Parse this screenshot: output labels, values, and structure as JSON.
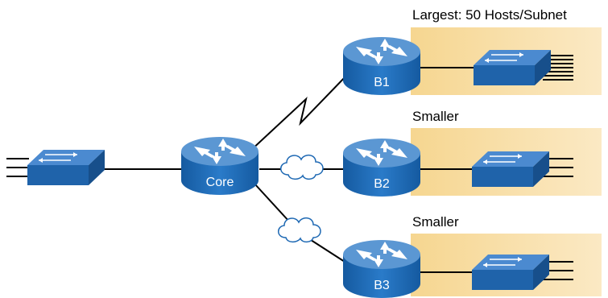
{
  "diagram": {
    "routers": {
      "core": "Core",
      "b1": "B1",
      "b2": "B2",
      "b3": "B3"
    },
    "lan_labels": {
      "b1": "Largest: 50 Hosts/Subnet",
      "b2": "Smaller",
      "b3": "Smaller"
    },
    "colors": {
      "router_fill": "#1d68b3",
      "router_top": "#5e9ad6",
      "switch_fill": "#2a74bf",
      "lan_box": "#f7dca0",
      "link": "#000000"
    }
  }
}
